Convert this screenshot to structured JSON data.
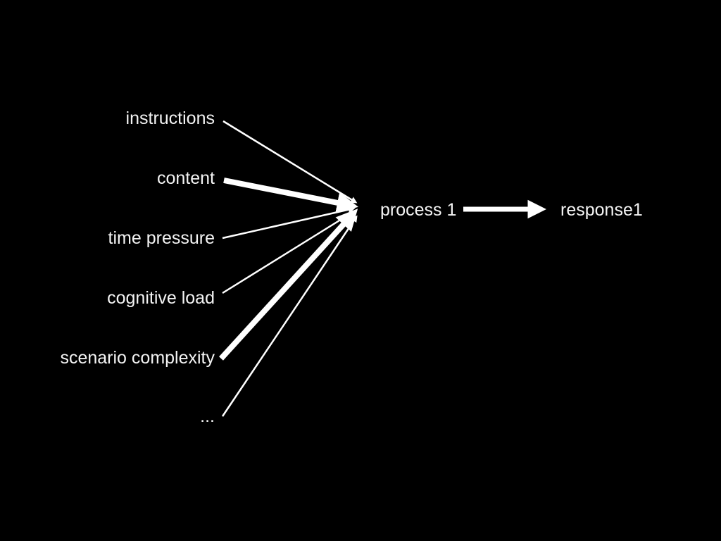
{
  "diagram": {
    "background": "#000000",
    "foreground": "#ffffff",
    "text_color": "#f3f3f3",
    "inputs": [
      {
        "label": "instructions",
        "emphasis": "thin"
      },
      {
        "label": "content",
        "emphasis": "thick"
      },
      {
        "label": "time pressure",
        "emphasis": "thin"
      },
      {
        "label": "cognitive load",
        "emphasis": "thin"
      },
      {
        "label": "scenario complexity",
        "emphasis": "thick"
      },
      {
        "label": "...",
        "emphasis": "thin"
      }
    ],
    "process": {
      "label": "process 1"
    },
    "response": {
      "label": "response1"
    },
    "edges": [
      {
        "from": "instructions",
        "to": "process 1",
        "weight": "thin"
      },
      {
        "from": "content",
        "to": "process 1",
        "weight": "thick"
      },
      {
        "from": "time pressure",
        "to": "process 1",
        "weight": "thin"
      },
      {
        "from": "cognitive load",
        "to": "process 1",
        "weight": "thin"
      },
      {
        "from": "scenario complexity",
        "to": "process 1",
        "weight": "thick"
      },
      {
        "from": "...",
        "to": "process 1",
        "weight": "thin"
      },
      {
        "from": "process 1",
        "to": "response1",
        "weight": "thick"
      }
    ]
  }
}
